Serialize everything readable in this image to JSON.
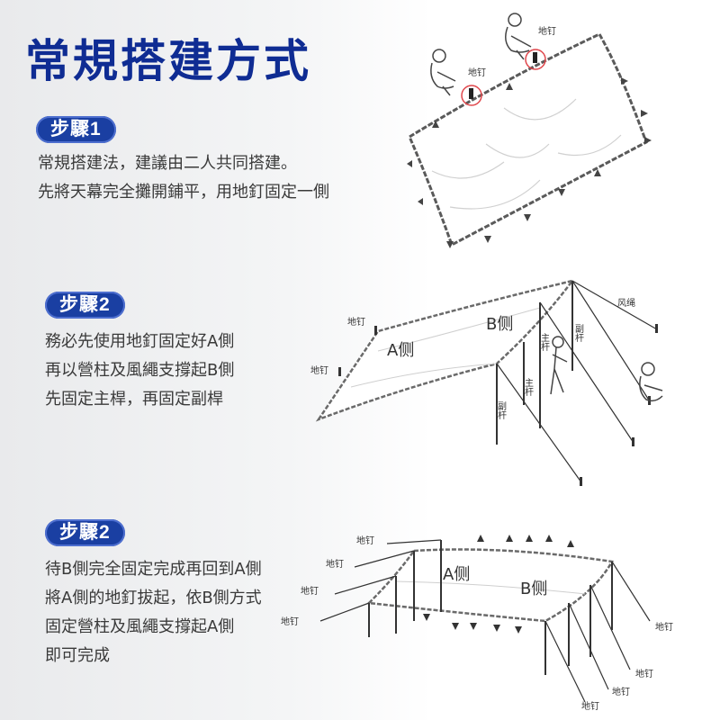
{
  "title": "常規搭建方式",
  "steps": [
    {
      "label": "步驟1",
      "lines": [
        "常規搭建法，建議由二人共同搭建。",
        "先將天幕完全攤開鋪平，用地釘固定一側"
      ]
    },
    {
      "label": "步驟2",
      "lines": [
        "務必先使用地釘固定好A側",
        "再以營柱及風繩支撐起B側",
        "先固定主桿，再固定副桿"
      ]
    },
    {
      "label": "步驟2",
      "lines": [
        "待B側完全固定完成再回到A側",
        "將A側的地釘拔起，依B側方式",
        "固定營柱及風繩支撐起A側",
        "即可完成"
      ]
    }
  ],
  "diagram1": {
    "stake_label": "地钉"
  },
  "diagram2": {
    "stake_label": "地钉",
    "side_a": "A侧",
    "side_b": "B侧",
    "main_pole": "主杆",
    "sub_pole": "副杆",
    "guy_rope": "风绳"
  },
  "diagram3": {
    "stake_label": "地钉",
    "side_a": "A侧",
    "side_b": "B侧"
  },
  "colors": {
    "title": "#0f2c93",
    "badge": "#1a3fa2",
    "highlight_ring": "#e0474c"
  }
}
